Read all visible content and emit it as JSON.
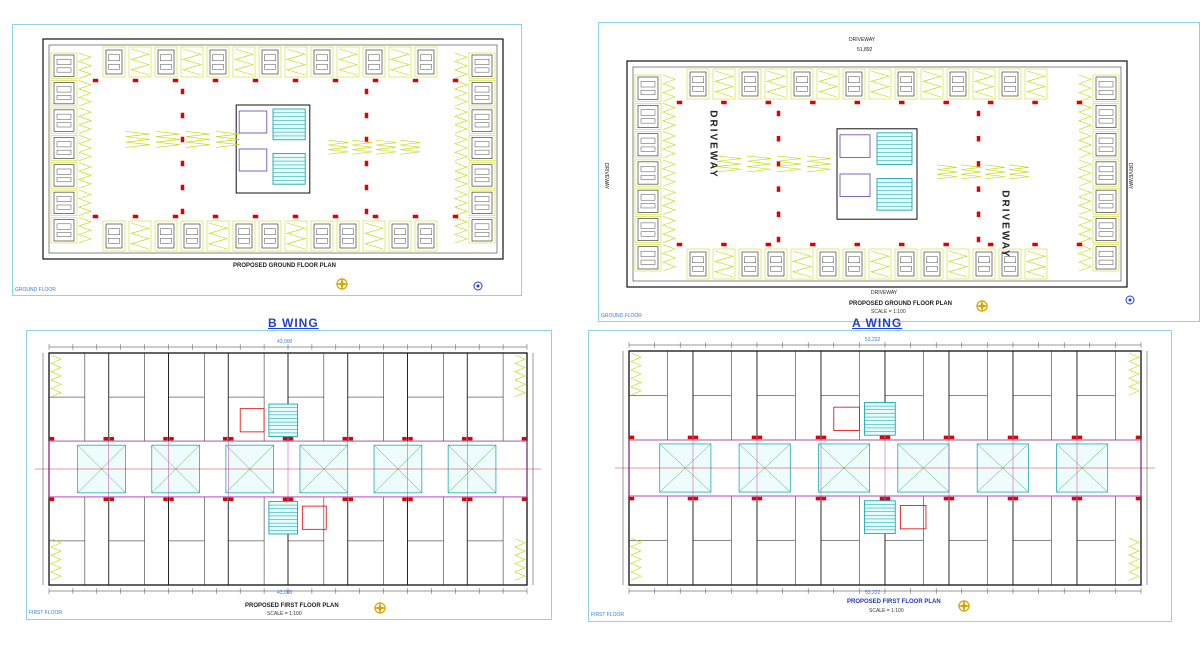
{
  "sheets": {
    "b_ground": {
      "title": "PROPOSED GROUND FLOOR PLAN",
      "tag": "GROUND FLOOR"
    },
    "a_ground": {
      "title": "PROPOSED GROUND FLOOR PLAN",
      "scale": "SCALE = 1:100",
      "tag": "GROUND FLOOR",
      "driveway_top": "DRIVEWAY",
      "driveway_bottom": "DRIVEWAY",
      "driveway_left_label": "DRIVEWAY",
      "driveway_right_label": "DRIVEWAY",
      "driveway_vertical_1": "DRIVEWAY",
      "driveway_vertical_2": "DRIVEWAY",
      "dim_top": "51,892"
    },
    "b_first": {
      "wing": "B  WING",
      "title": "PROPOSED FIRST FLOOR PLAN",
      "scale": "SCALE = 1:100",
      "tag": "FIRST FLOOR",
      "dim_top": "43,000",
      "dim_bottom": "43,000"
    },
    "a_first": {
      "wing": "A  WING",
      "title": "PROPOSED FIRST FLOOR PLAN",
      "scale": "SCALE = 1:100",
      "tag": "FIRST FLOOR",
      "dim_top": "53,222",
      "dim_bottom": "53,222"
    }
  },
  "colors": {
    "wall": "#111111",
    "parking": "#c8d400",
    "column": "#e00000",
    "stair": "#00a0a8",
    "lift": "#6a3fb0",
    "room": "#c040c0",
    "annotation": "#1f3fd6",
    "sheet_border": "#8fd3e8",
    "compass": "#d9a200"
  },
  "icons": [
    "compass-rose-icon",
    "section-marker-icon",
    "car-icon"
  ]
}
